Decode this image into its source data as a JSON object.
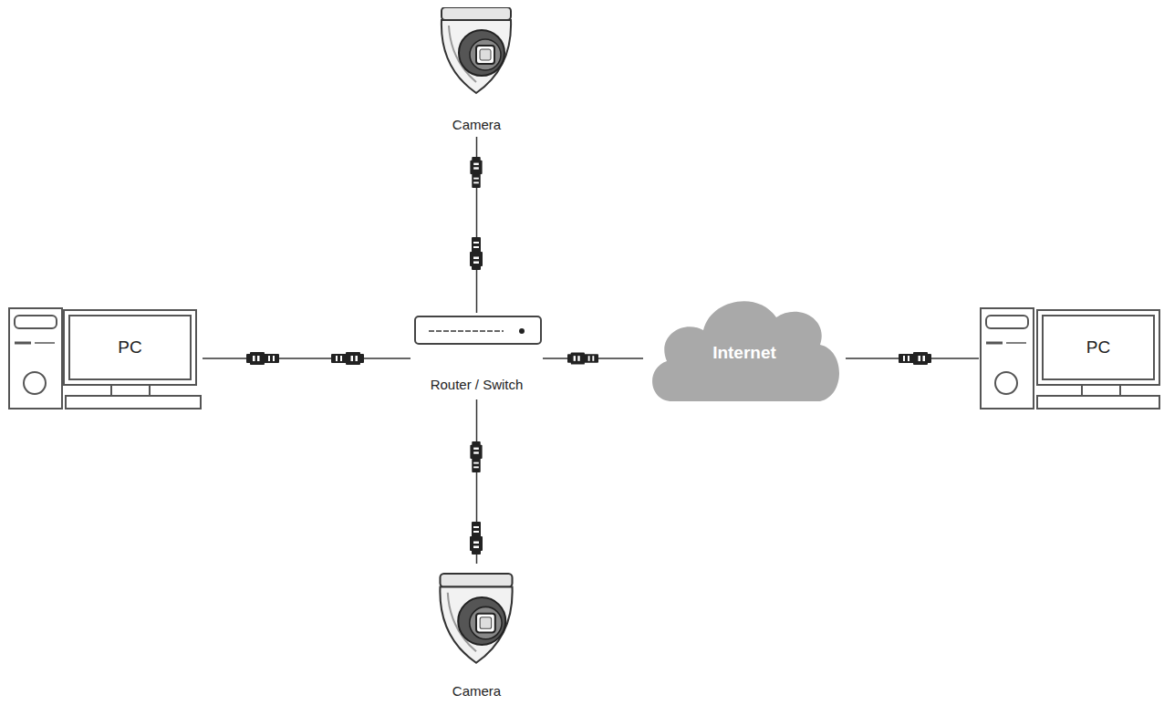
{
  "diagram": {
    "nodes": [
      {
        "text": [
          "Camera"
        ]
      },
      {
        "text": [
          "PC"
        ]
      },
      {
        "text": [
          "Router / Switch"
        ]
      },
      {
        "text": [
          "Internet"
        ]
      },
      {
        "text": [
          "PC"
        ]
      },
      {
        "text": [
          "Camera"
        ]
      }
    ],
    "edges": [
      {
        "from": 0,
        "to": 2,
        "arrow": "none"
      },
      {
        "from": 1,
        "to": 2,
        "arrow": "none"
      },
      {
        "from": 2,
        "to": 3,
        "arrow": "none"
      },
      {
        "from": 3,
        "to": 4,
        "arrow": "none"
      },
      {
        "from": 2,
        "to": 5,
        "arrow": "none"
      }
    ]
  }
}
